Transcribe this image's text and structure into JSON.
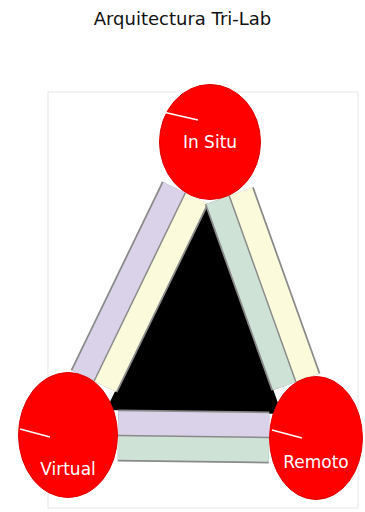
{
  "diagram": {
    "title": "Arquitectura Tri-Lab",
    "nodes": [
      {
        "text": [
          "In Situ"
        ]
      },
      {
        "text": [
          "Virtual"
        ]
      },
      {
        "text": [
          "Remoto"
        ]
      }
    ],
    "edges": [
      {
        "from": 0,
        "to": 1,
        "arrow": "none"
      },
      {
        "from": 0,
        "to": 2,
        "arrow": "none"
      },
      {
        "from": 1,
        "to": 2,
        "arrow": "none"
      }
    ]
  }
}
